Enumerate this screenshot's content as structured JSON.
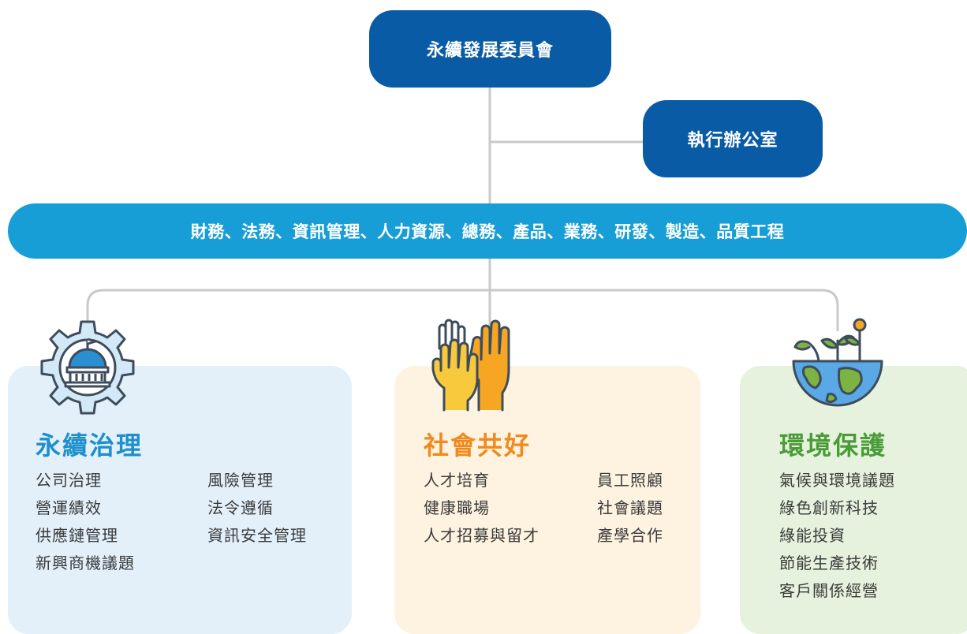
{
  "committee": {
    "label": "永續發展委員會"
  },
  "office": {
    "label": "執行辦公室"
  },
  "departments": {
    "label": "財務、法務、資訊管理、人力資源、總務、產品、業務、研發、製造、品質工程"
  },
  "pillars": {
    "governance": {
      "title": "永續治理",
      "color": "#1c8fcd",
      "icon": "governance-gear-icon",
      "col1": [
        "公司治理",
        "營運績效",
        "供應鏈管理",
        "新興商機議題"
      ],
      "col2": [
        "風險管理",
        "法令遵循",
        "資訊安全管理"
      ]
    },
    "social": {
      "title": "社會共好",
      "color": "#ef8a1c",
      "icon": "raised-hands-icon",
      "col1": [
        "人才培育",
        "健康職場",
        "人才招募與留才"
      ],
      "col2": [
        "員工照顧",
        "社會議題",
        "產學合作"
      ]
    },
    "environment": {
      "title": "環境保護",
      "color": "#4a9c38",
      "icon": "earth-sprout-icon",
      "col1": [
        "氣候與環境議題",
        "綠色創新科技",
        "綠能投資",
        "節能生產技術",
        "客戶關係經營"
      ]
    }
  },
  "colors": {
    "primary_dark": "#0a5ba5",
    "primary_light": "#179ed6",
    "connector": "#c9c9c9"
  }
}
